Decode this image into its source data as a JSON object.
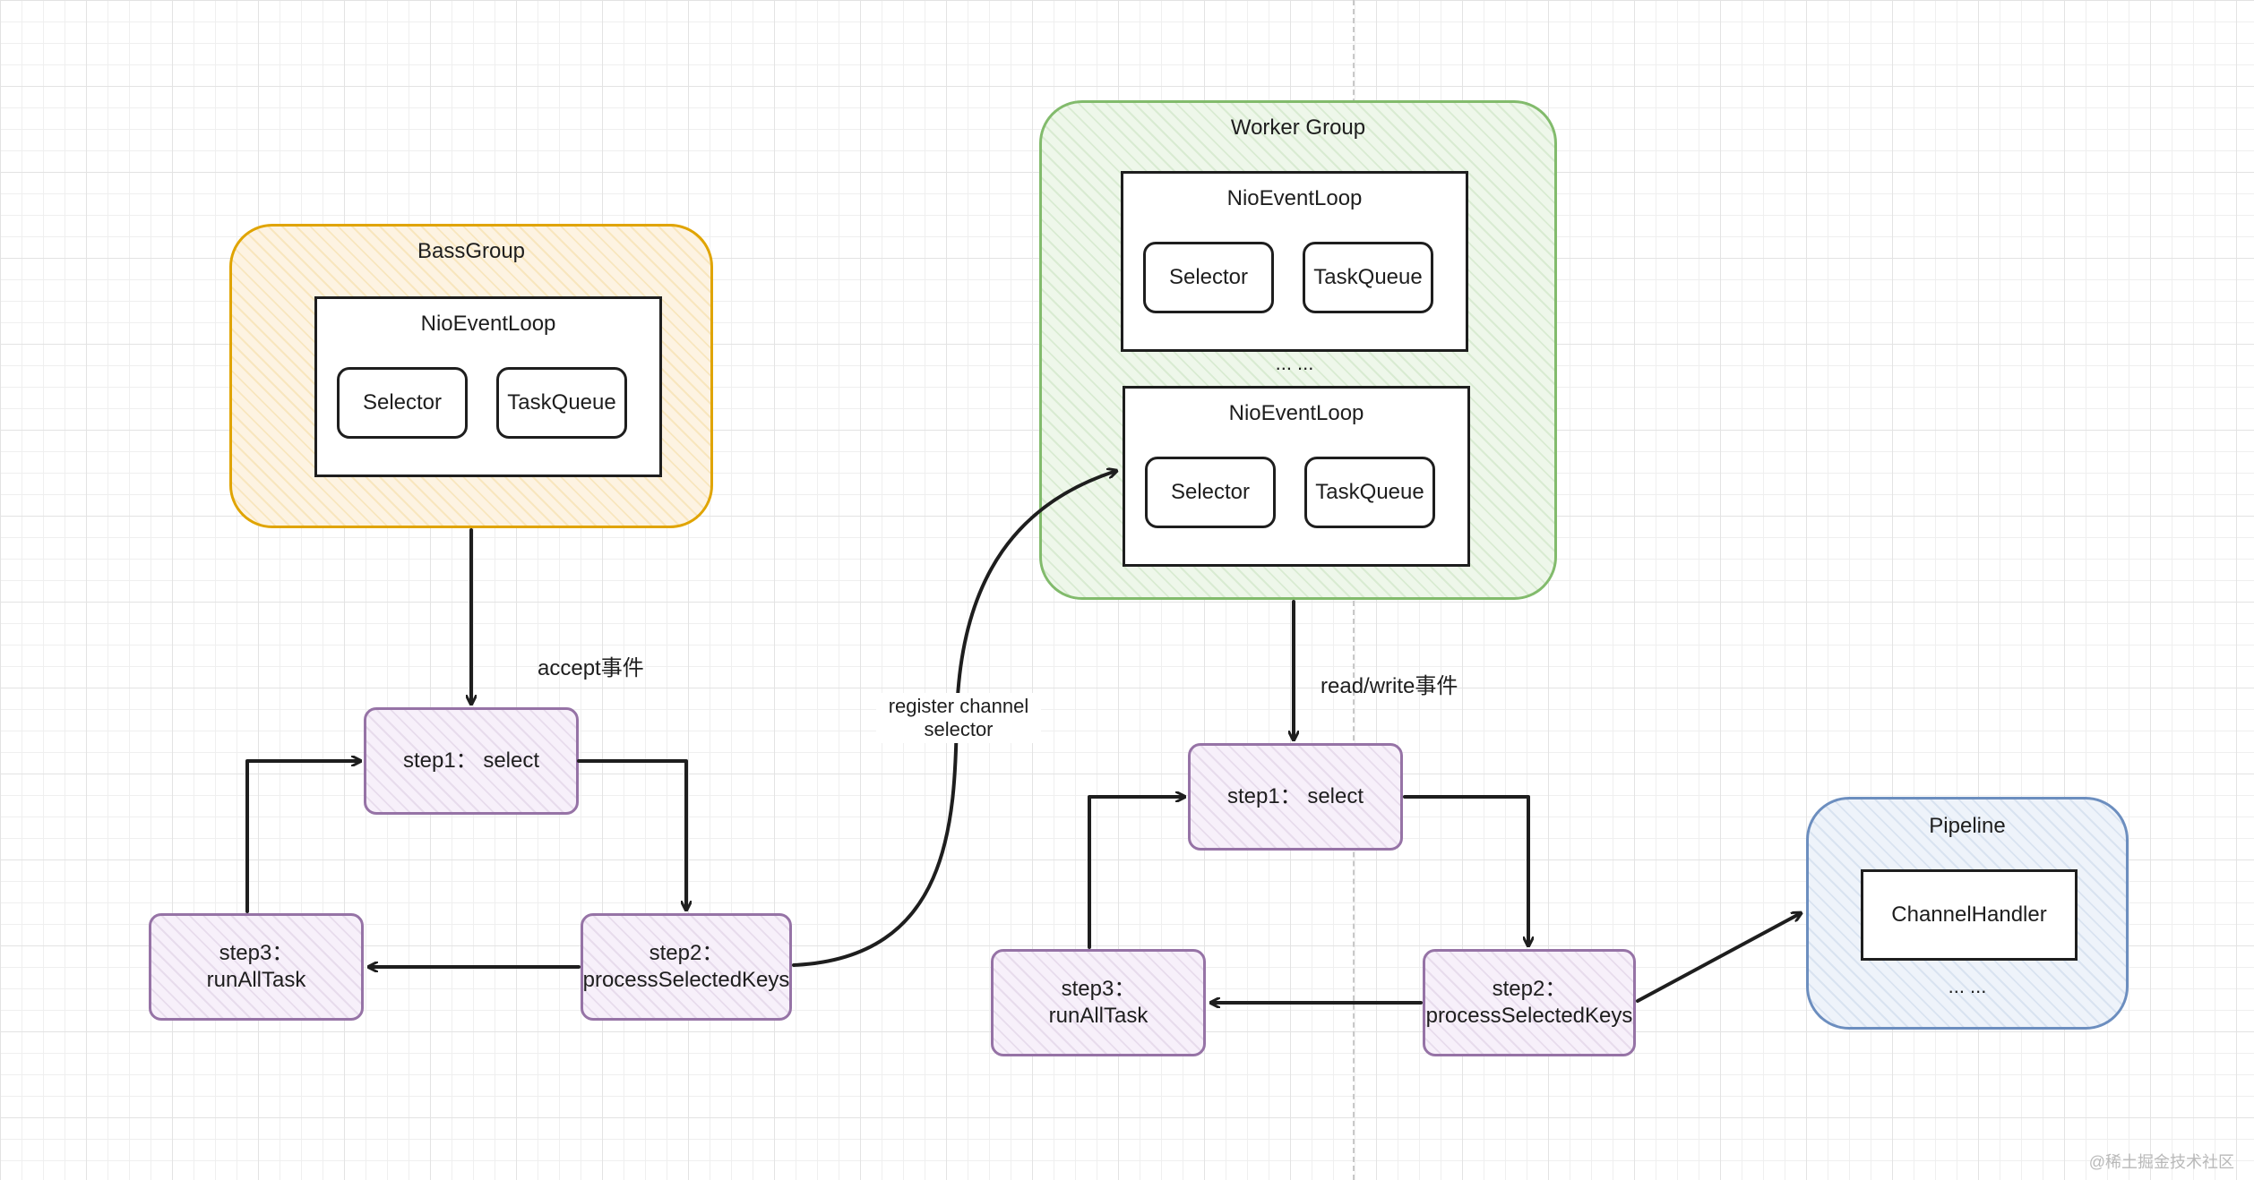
{
  "boss_group": {
    "title": "BassGroup",
    "event_loop": {
      "title": "NioEventLoop",
      "selector": "Selector",
      "task_queue": "TaskQueue"
    }
  },
  "worker_group": {
    "title": "Worker Group",
    "event_loop_1": {
      "title": "NioEventLoop",
      "selector": "Selector",
      "task_queue": "TaskQueue"
    },
    "ellipsis": "... ...",
    "event_loop_2": {
      "title": "NioEventLoop",
      "selector": "Selector",
      "task_queue": "TaskQueue"
    }
  },
  "pipeline": {
    "title": "Pipeline",
    "handler": "ChannelHandler",
    "ellipsis": "... ..."
  },
  "boss_cycle": {
    "event_label": "accept事件",
    "step1": "step1： select",
    "step2_line1": "step2：",
    "step2_line2": "processSelectedKeys",
    "step3_line1": "step3：",
    "step3_line2": "runAllTask"
  },
  "register_label_line1": "register channel",
  "register_label_line2": "selector",
  "worker_cycle": {
    "event_label": "read/write事件",
    "step1": "step1： select",
    "step2_line1": "step2：",
    "step2_line2": "processSelectedKeys",
    "step3_line1": "step3：",
    "step3_line2": "runAllTask"
  },
  "watermark": "@稀土掘金技术社区",
  "colors": {
    "boss": "#e0a400",
    "worker": "#82bb6c",
    "pipeline": "#6c8ebf",
    "step": "#9673a6",
    "stroke": "#1e1e1e"
  }
}
